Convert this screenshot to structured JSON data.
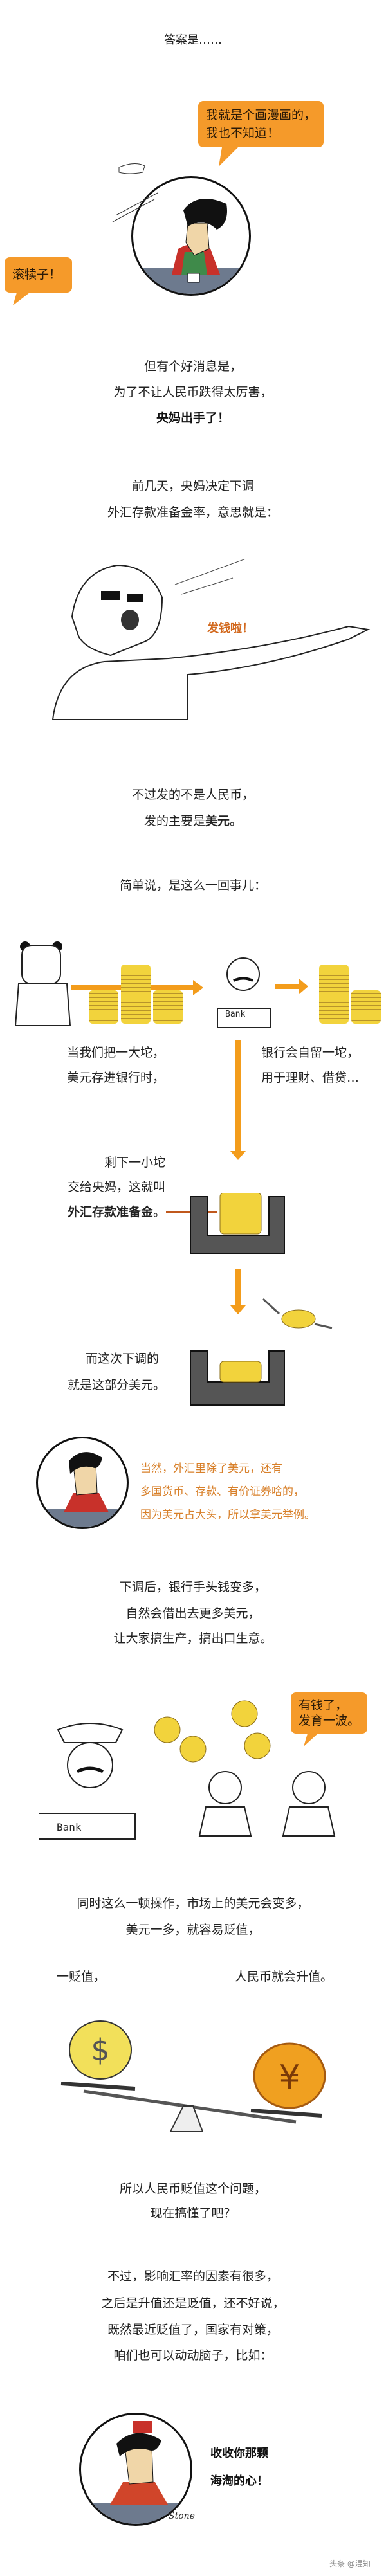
{
  "intro": "答案是……",
  "bubble_artist": [
    "我就是个画漫画的，",
    "我也不知道！"
  ],
  "bubble_shout": "滚犊子！",
  "good_news": [
    "但有个好消息是，",
    "为了不让人民币跌得太厉害，",
    "央妈出手了！"
  ],
  "decision": [
    "前几天，央妈决定下调",
    "外汇存款准备金率，意思就是："
  ],
  "grandma_shout": "发钱啦！",
  "not_rmb": [
    "不过发的不是人民币，",
    "发的主要是"
  ],
  "not_rmb_bold": "美元",
  "not_rmb_end": "。",
  "simply": "简单说，是这么一回事儿：",
  "bank_label": "Bank",
  "deposit": [
    "当我们把一大坨，",
    "美元存进银行时，"
  ],
  "bank_keep": [
    "银行会自留一坨，",
    "用于理财、借贷…"
  ],
  "remain": [
    "剩下一小坨",
    "交给央妈，这就叫"
  ],
  "reserve_bold": "外汇存款准备金",
  "reserve_end": "。",
  "lowered": [
    "而这次下调的",
    "就是这部分美元。"
  ],
  "note": [
    "当然，外汇里除了美元，还有",
    "多国货币、存款、有价证券啥的，",
    "因为美元占大头，所以拿美元举例。"
  ],
  "after": [
    "下调后，银行手头钱变多，",
    "自然会借出去更多美元，",
    "让大家搞生产，搞出口生意。"
  ],
  "bubble_rich": [
    "有钱了，",
    "发育一波。"
  ],
  "market": [
    "同时这么一顿操作，市场上的美元会变多，",
    "美元一多，就容易贬值，"
  ],
  "depreciate": "一贬值，",
  "appreciate": "人民币就会升值。",
  "understood": [
    "所以人民币贬值这个问题，",
    "现在搞懂了吧？"
  ],
  "factors": [
    "不过，影响汇率的因素有很多，",
    "之后是升值还是贬值，还不好说，",
    "既然最近贬值了，国家有对策，",
    "咱们也可以动动脑子，比如："
  ],
  "ending": [
    "收收你那颗",
    "海淘的心！"
  ],
  "signature": "Stone",
  "watermark": "头条 @混知",
  "colors": {
    "accent": "#f59a2a",
    "note_text": "#d8802a",
    "coin": "#f2d33c"
  }
}
